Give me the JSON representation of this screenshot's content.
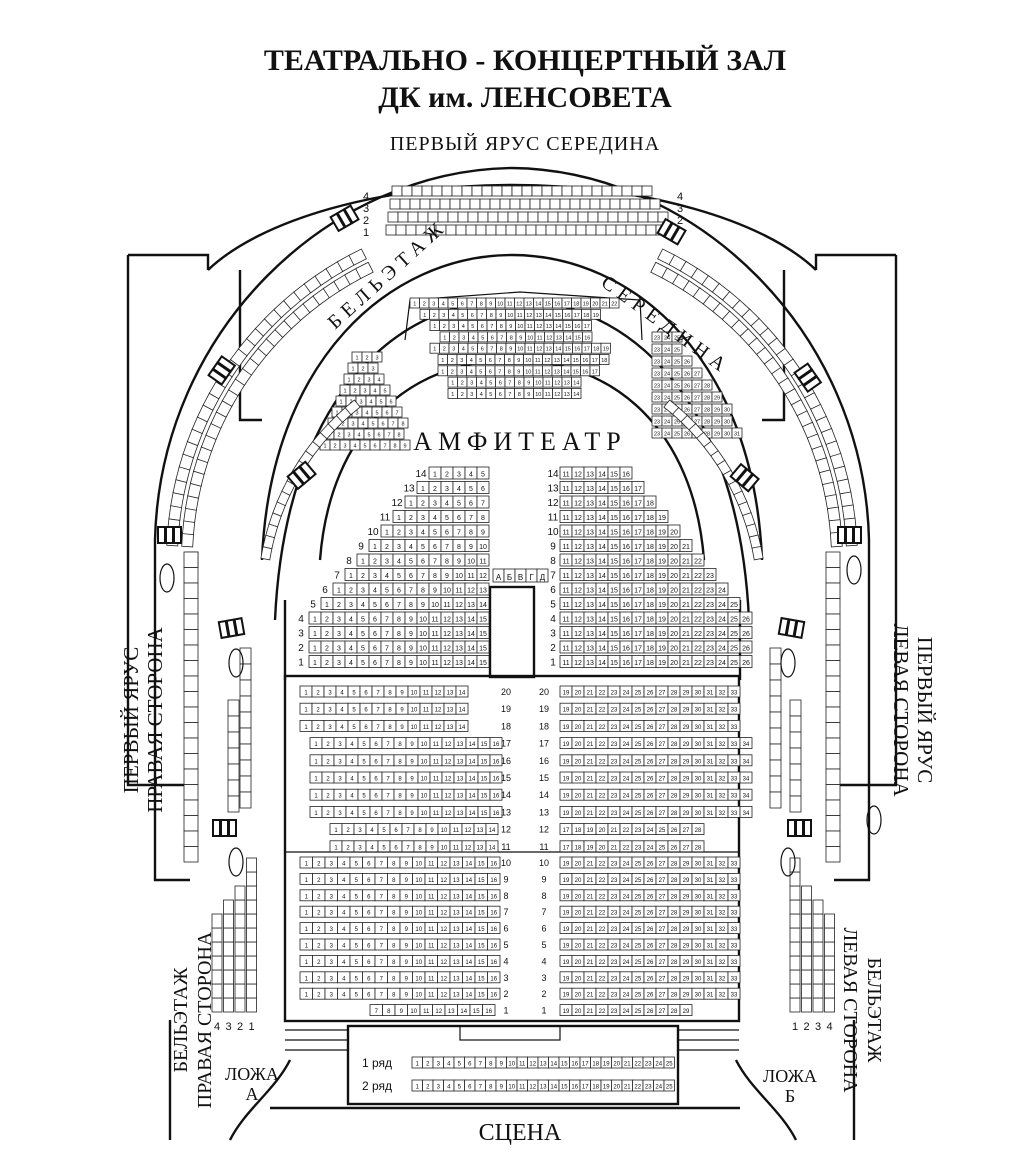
{
  "header": {
    "title_line1": "ТЕАТРАЛЬНО - КОНЦЕРТНЫЙ ЗАЛ",
    "title_line2": "ДК им. ЛЕНСОВЕТА",
    "tier1_middle": "ПЕРВЫЙ ЯРУС СЕРЕДИНА"
  },
  "sections": {
    "beletage_left_arc": "БЕЛЬЭТАЖ",
    "beletage_right_arc": "СЕРЕДИНА",
    "amphitheatre": "АМФИТЕАТР",
    "tier1_right_side_line1": "ПЕРВЫЙ ЯРУС",
    "tier1_right_side_line2": "ПРАВАЯ СТОРОНА",
    "tier1_left_side_line1": "ПЕРВЫЙ ЯРУС",
    "tier1_left_side_line2": "ЛЕВАЯ СТОРОНА",
    "beletage_right_side_line1": "БЕЛЬЭТАЖ",
    "beletage_right_side_line2": "ПРАВАЯ СТОРОНА",
    "beletage_left_side_line1": "БЕЛЬЭТАЖ",
    "beletage_left_side_line2": "ЛЕВАЯ СТОРОНА",
    "box_a_line1": "ЛОЖА",
    "box_a_line2": "А",
    "box_b_line1": "ЛОЖА",
    "box_b_line2": "Б",
    "stage": "СЦЕНА",
    "front_row_1": "1 ряд",
    "front_row_2": "2 ряд"
  },
  "amph_center_letters": [
    "А",
    "Б",
    "В",
    "Г",
    "Д"
  ],
  "stall_rows_upper": [
    "20",
    "19",
    "18",
    "17",
    "16",
    "15",
    "14",
    "13",
    "12",
    "11"
  ],
  "stall_rows_lower": [
    "10",
    "9",
    "8",
    "7",
    "6",
    "5",
    "4",
    "3",
    "2",
    "1"
  ],
  "amph_rows": [
    "14",
    "13",
    "12",
    "11",
    "10",
    "9",
    "8",
    "7",
    "6",
    "5",
    "4",
    "3",
    "2",
    "1"
  ],
  "side_numbers": {
    "tier1_top_rows": [
      "4",
      "3",
      "2",
      "1"
    ],
    "beletage_right_side_cols": [
      "4",
      "3",
      "2",
      "1"
    ],
    "beletage_left_side_cols": [
      "1",
      "2",
      "3",
      "4"
    ]
  }
}
